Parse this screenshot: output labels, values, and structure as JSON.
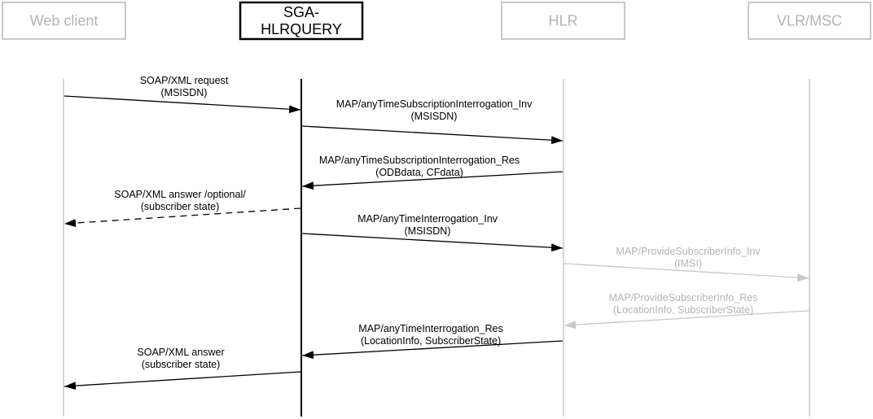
{
  "colors": {
    "active": "#000000",
    "inactive": "#c8c8c8",
    "inactive_text": "#b4b4b4"
  },
  "participants": [
    {
      "id": "web-client",
      "label_lines": [
        "Web client"
      ],
      "active": false
    },
    {
      "id": "sga-hlrquery",
      "label_lines": [
        "SGA-",
        "HLRQUERY"
      ],
      "active": true
    },
    {
      "id": "hlr",
      "label_lines": [
        "HLR"
      ],
      "active": false
    },
    {
      "id": "vlr-msc",
      "label_lines": [
        "VLR/MSC"
      ],
      "active": false
    }
  ],
  "messages": [
    {
      "id": "soap-request",
      "from": "web-client",
      "to": "sga-hlrquery",
      "label_lines": [
        "SOAP/XML request",
        "(MSISDN)"
      ],
      "style": "solid",
      "active": true
    },
    {
      "id": "atsi-inv",
      "from": "sga-hlrquery",
      "to": "hlr",
      "label_lines": [
        "MAP/anyTimeSubscriptionInterrogation_Inv",
        "(MSISDN)"
      ],
      "style": "solid",
      "active": true
    },
    {
      "id": "atsi-res",
      "from": "hlr",
      "to": "sga-hlrquery",
      "label_lines": [
        "MAP/anyTimeSubscriptionInterrogation_Res",
        "(ODBdata, CFdata)"
      ],
      "style": "solid",
      "active": true
    },
    {
      "id": "soap-answer-optional",
      "from": "sga-hlrquery",
      "to": "web-client",
      "label_lines": [
        "SOAP/XML answer /optional/",
        "(subscriber state)"
      ],
      "style": "dashed",
      "active": true
    },
    {
      "id": "ati-inv",
      "from": "sga-hlrquery",
      "to": "hlr",
      "label_lines": [
        "MAP/anyTimeInterrogation_Inv",
        "(MSISDN)"
      ],
      "style": "solid",
      "active": true
    },
    {
      "id": "psi-inv",
      "from": "hlr",
      "to": "vlr-msc",
      "label_lines": [
        "MAP/ProvideSubscriberInfo_Inv",
        "(IMSI)"
      ],
      "style": "solid",
      "active": false
    },
    {
      "id": "psi-res",
      "from": "vlr-msc",
      "to": "hlr",
      "label_lines": [
        "MAP/ProvideSubscriberInfo_Res",
        "(LocationInfo, SubscriberState)"
      ],
      "style": "solid",
      "active": false
    },
    {
      "id": "ati-res",
      "from": "hlr",
      "to": "sga-hlrquery",
      "label_lines": [
        "MAP/anyTimeInterrogation_Res",
        "(LocationInfo, SubscriberState)"
      ],
      "style": "solid",
      "active": true
    },
    {
      "id": "soap-answer",
      "from": "sga-hlrquery",
      "to": "web-client",
      "label_lines": [
        "SOAP/XML answer",
        "(subscriber state)"
      ],
      "style": "solid",
      "active": true
    }
  ]
}
